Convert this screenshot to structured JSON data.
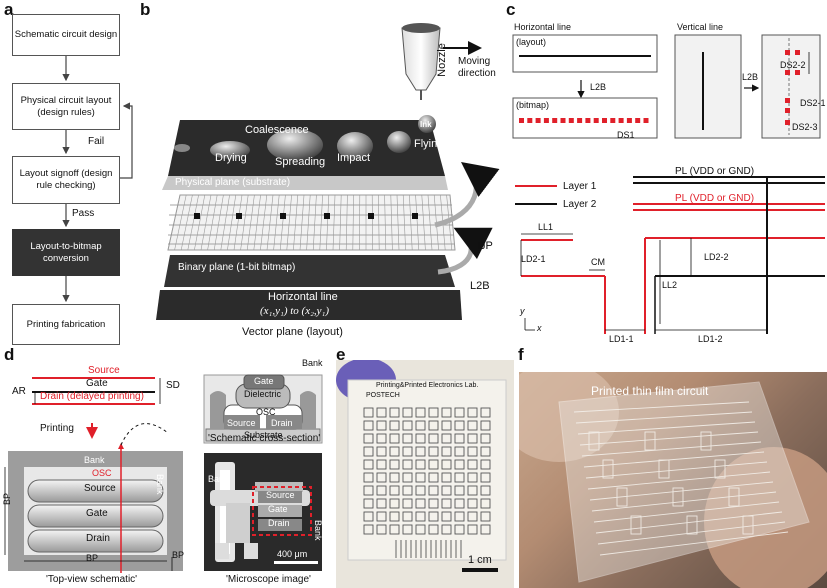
{
  "panels": {
    "a": "a",
    "b": "b",
    "c": "c",
    "d": "d",
    "e": "e",
    "f": "f"
  },
  "panel_a": {
    "steps": [
      "Schematic circuit design",
      "Physical circuit layout (design rules)",
      "Layout signoff (design rule checking)",
      "Layout-to-bitmap conversion",
      "Printing fabrication"
    ],
    "fail": "Fail",
    "pass": "Pass"
  },
  "panel_b": {
    "nozzle": "Nozzle",
    "ink": "Ink",
    "moving_direction_1": "Moving",
    "moving_direction_2": "direction",
    "coalescence": "Coalescence",
    "drying": "Drying",
    "spreading": "Spreading",
    "impact": "Impact",
    "flying": "Flying",
    "physical_plane": "Physical plane (substrate)",
    "binary_plane": "Binary plane (1-bit bitmap)",
    "horizontal_line": "Horizontal line",
    "coords": "(x₁,y₁) to (x₂,y₁)",
    "vector_plane": "Vector plane (layout)",
    "ijp": "IJP",
    "l2b": "L2B"
  },
  "panel_c": {
    "horizontal_line": "Horizontal line",
    "vertical_line": "Vertical line",
    "layout": "(layout)",
    "bitmap": "(bitmap)",
    "l2b_1": "L2B",
    "l2b_2": "L2B",
    "ds1": "DS1",
    "ds2_1": "DS2-1",
    "ds2_2": "DS2-2",
    "ds2_3": "DS2-3",
    "layer1": "Layer 1",
    "layer2": "Layer 2",
    "pl_black": "PL (VDD or GND)",
    "pl_red": "PL (VDD or GND)",
    "ll1": "LL1",
    "ld2_1": "LD2-1",
    "cm": "CM",
    "ll2": "LL2",
    "ld2_2": "LD2-2",
    "ld1_1": "LD1-1",
    "ld1_2": "LD1-2",
    "axis_y": "y",
    "axis_x": "x"
  },
  "panel_d": {
    "source": "Source",
    "gate": "Gate",
    "drain_delayed": "Drain (delayed printing)",
    "ar": "AR",
    "sd": "SD",
    "printing": "Printing",
    "bank_top": "Bank",
    "bank_side": "Bank",
    "osc": "OSC",
    "source2": "Source",
    "gate2": "Gate",
    "drain2": "Drain",
    "bp_left": "BP",
    "bp_bottom": "BP",
    "bp_right": "BP",
    "top_view": "'Top-view schematic'",
    "cs_gate": "Gate",
    "cs_dielectric": "Dielectric",
    "cs_osc": "OSC",
    "cs_source": "Source",
    "cs_drain": "Drain",
    "cs_substrate": "Substrate",
    "cs_bank": "Bank",
    "schematic_cross": "'Schematic cross-section'",
    "mi_bank": "Bank",
    "mi_source": "Source",
    "mi_gate": "Gate",
    "mi_drain": "Drain",
    "mi_bank_side": "Bank",
    "mi_scale": "400 μm",
    "microscope": "'Microscope image'"
  },
  "panel_e": {
    "header": "Printing&Printed Electronics Lab.",
    "postech": "POSTECH",
    "scale": "1 cm"
  },
  "panel_f": {
    "title": "Printed thin film circuit"
  },
  "colors": {
    "red": "#e0202a",
    "dark": "#333333",
    "plane": "#2b2b2b"
  }
}
